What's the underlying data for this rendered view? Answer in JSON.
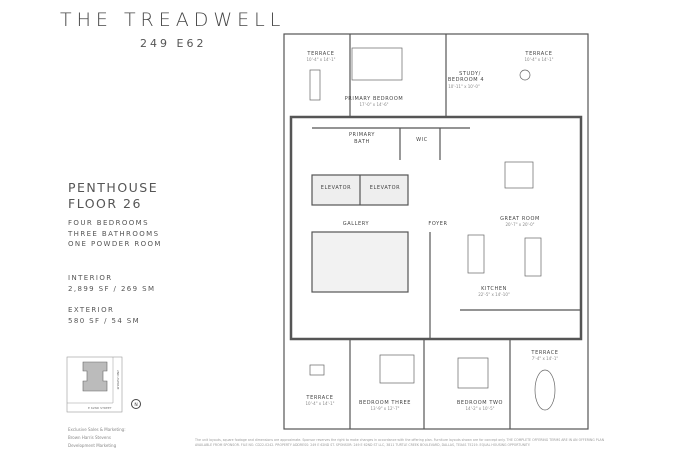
{
  "header": {
    "title": "THE TREADWELL",
    "address": "249 E62"
  },
  "unit": {
    "name_line1": "PENTHOUSE",
    "name_line2": "FLOOR 26",
    "features": [
      "FOUR BEDROOMS",
      "THREE BATHROOMS",
      "ONE POWDER ROOM"
    ],
    "interior_label": "INTERIOR",
    "interior_value": "2,899 SF / 269 SM",
    "exterior_label": "EXTERIOR",
    "exterior_value": "580 SF / 54 SM"
  },
  "keyplan": {
    "street_bottom": "E 62ND STREET",
    "street_right": "2ND AVENUE",
    "north": "N"
  },
  "credit": [
    "Exclusive Sales & Marketing:",
    "Brown Harris Stevens",
    "Development Marketing"
  ],
  "disclaimer": "The unit layouts, square footage and dimensions are approximate. Sponsor reserves the right to make changes in accordance with the offering plan. Furniture layouts shown are for concept only. THE COMPLETE OFFERING TERMS ARE IN AN OFFERING PLAN AVAILABLE FROM SPONSOR. FILE NO. CD22-0242. PROPERTY ADDRESS: 249 E 62ND ST. SPONSOR: 249 E 62ND ST LLC, 3811 TURTLE CREEK BOULEVARD, DALLAS, TEXAS 75219. EQUAL HOUSING OPPORTUNITY.",
  "rooms": [
    {
      "name": "TERRACE",
      "dim": "10'-4\" x 14'-1\""
    },
    {
      "name": "PRIMARY BEDROOM",
      "dim": "17'-0\" x 14'-6\""
    },
    {
      "name": "STUDY/",
      "name2": "BEDROOM 4",
      "dim": "10'-11\" x 10'-0\""
    },
    {
      "name": "TERRACE",
      "dim": "10'-4\" x 14'-1\""
    },
    {
      "name": "PRIMARY",
      "name2": "BATH"
    },
    {
      "name": "WIC"
    },
    {
      "name": "ELEVATOR"
    },
    {
      "name": "ELEVATOR"
    },
    {
      "name": "GALLERY"
    },
    {
      "name": "FOYER"
    },
    {
      "name": "GREAT ROOM",
      "dim": "20'-7\" x 20'-0\""
    },
    {
      "name": "KITCHEN",
      "dim": "22'-5\" x 14'-10\""
    },
    {
      "name": "TERRACE",
      "dim": "7'-4\" x 14'-1\""
    },
    {
      "name": "TERRACE",
      "dim": "10'-4\" x 14'-1\""
    },
    {
      "name": "BEDROOM THREE",
      "dim": "13'-9\" x 12'-7\""
    },
    {
      "name": "BEDROOM TWO",
      "dim": "14'-2\" x 10'-5\""
    }
  ]
}
